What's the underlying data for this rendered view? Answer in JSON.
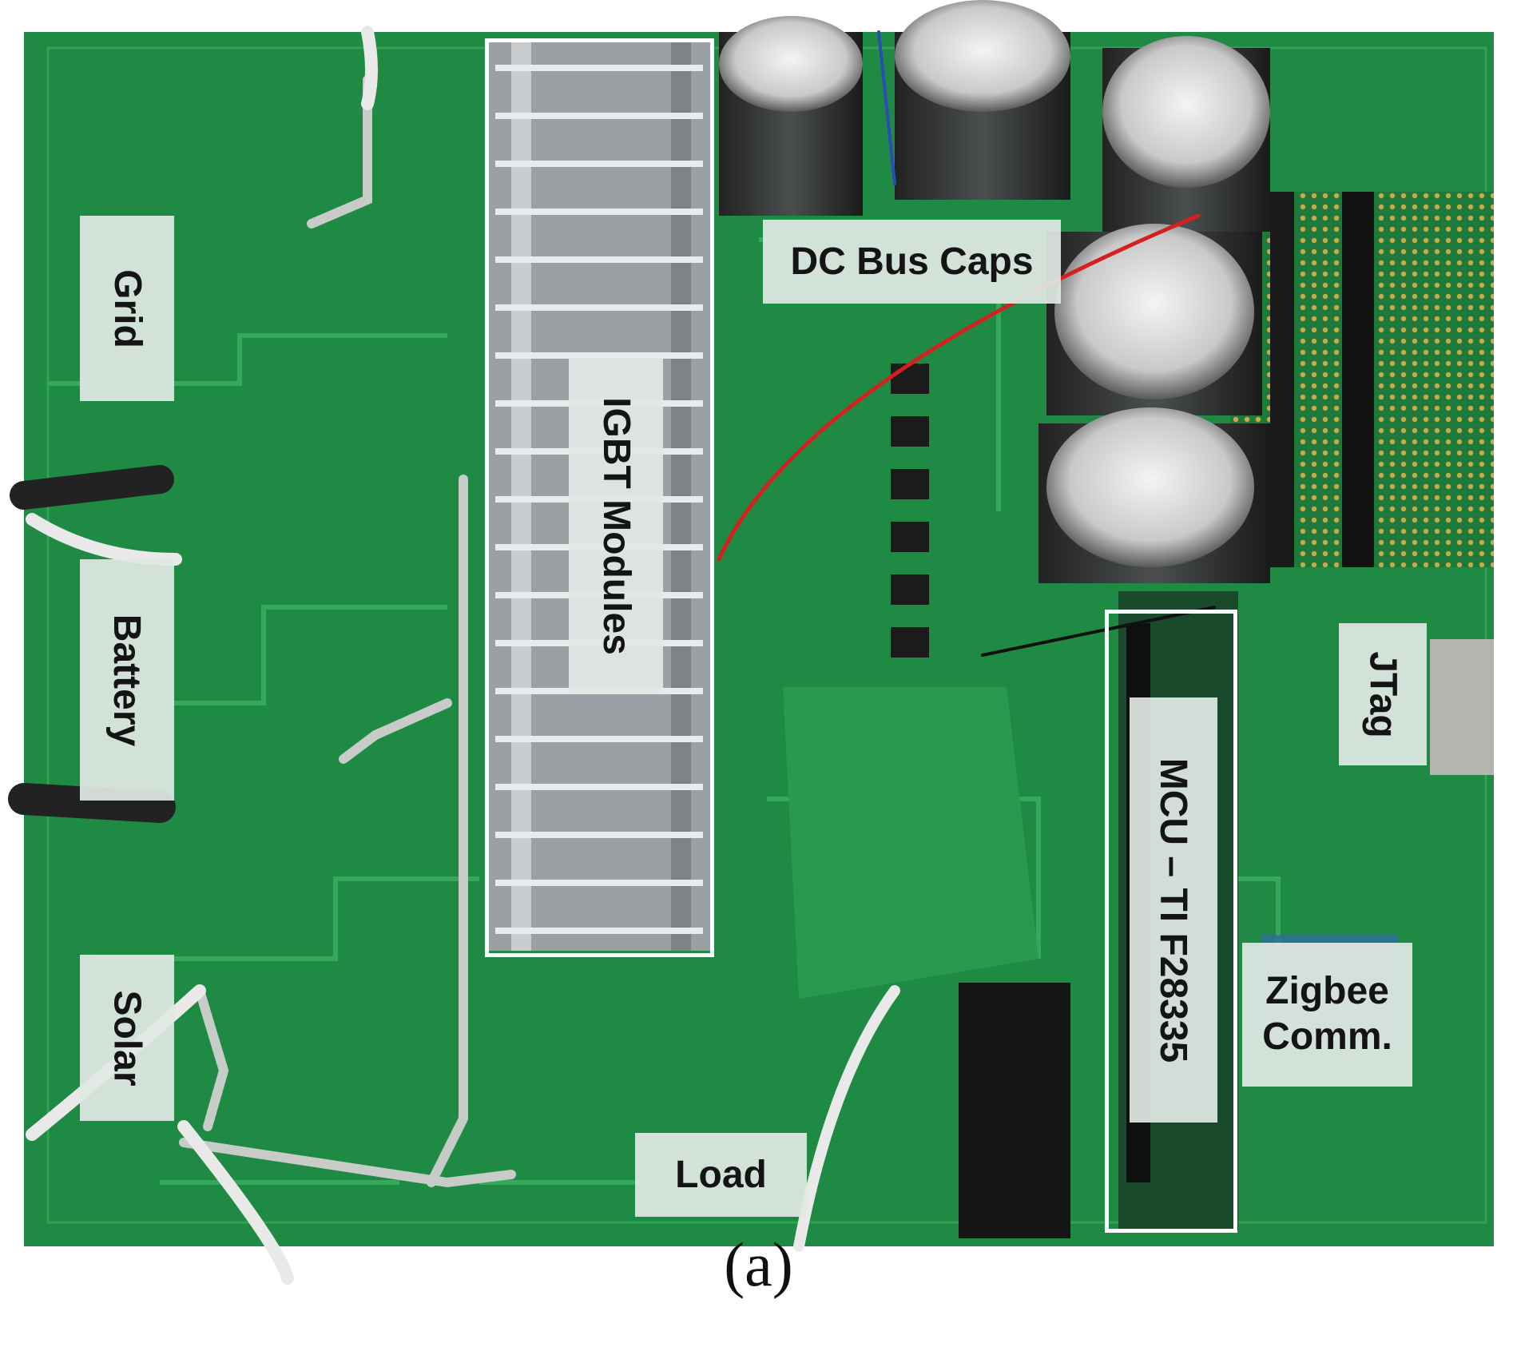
{
  "figure": {
    "caption": "(a)",
    "labels": {
      "grid": "Grid",
      "battery": "Battery",
      "solar": "Solar",
      "igbt": "IGBT Modules",
      "dc_bus": "DC Bus Caps",
      "load": "Load",
      "mcu": "MCU – TI F28335",
      "jtag": "JTag",
      "zigbee_line1": "Zigbee",
      "zigbee_line2": "Comm."
    }
  },
  "colors": {
    "pcb": "#1f8a43",
    "pcb_dark": "#136b31",
    "trace": "#2fa352",
    "heatsink": "#b9bdc0",
    "frame": "#ffffff",
    "label_bg": "#e1e8e4"
  }
}
